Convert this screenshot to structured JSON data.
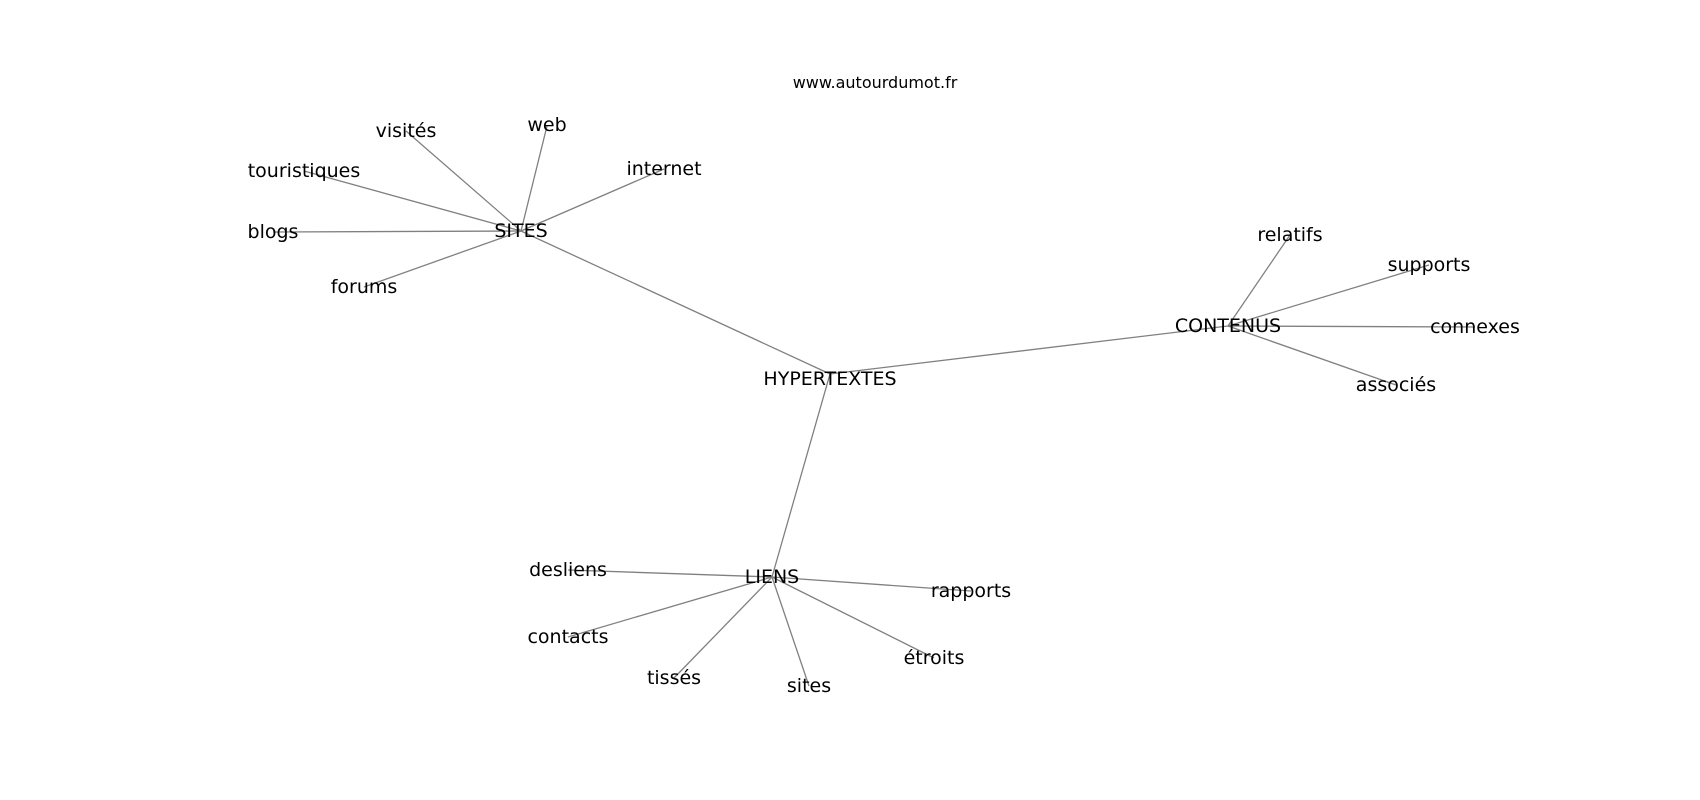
{
  "source": "www.autourdumot.fr",
  "nodes": {
    "hypertextes": "HYPERTEXTES",
    "sites_hub": "SITES",
    "contenus": "CONTENUS",
    "liens": "LIENS",
    "visites": "visités",
    "web": "web",
    "internet": "internet",
    "touristiques": "touristiques",
    "blogs": "blogs",
    "forums": "forums",
    "relatifs": "relatifs",
    "supports": "supports",
    "connexes": "connexes",
    "associes": "associés",
    "desliens": "desliens",
    "contacts": "contacts",
    "tisses": "tissés",
    "sites": "sites",
    "etroits": "étroits",
    "rapports": "rapports"
  },
  "edges": [
    [
      "hypertextes",
      "sites_hub"
    ],
    [
      "hypertextes",
      "contenus"
    ],
    [
      "hypertextes",
      "liens"
    ],
    [
      "sites_hub",
      "visites"
    ],
    [
      "sites_hub",
      "web"
    ],
    [
      "sites_hub",
      "internet"
    ],
    [
      "sites_hub",
      "touristiques"
    ],
    [
      "sites_hub",
      "blogs"
    ],
    [
      "sites_hub",
      "forums"
    ],
    [
      "contenus",
      "relatifs"
    ],
    [
      "contenus",
      "supports"
    ],
    [
      "contenus",
      "connexes"
    ],
    [
      "contenus",
      "associes"
    ],
    [
      "liens",
      "desliens"
    ],
    [
      "liens",
      "contacts"
    ],
    [
      "liens",
      "tisses"
    ],
    [
      "liens",
      "sites"
    ],
    [
      "liens",
      "etroits"
    ],
    [
      "liens",
      "rapports"
    ]
  ],
  "colors": {
    "edge": "#808080",
    "text": "#000000",
    "background": "#ffffff"
  }
}
